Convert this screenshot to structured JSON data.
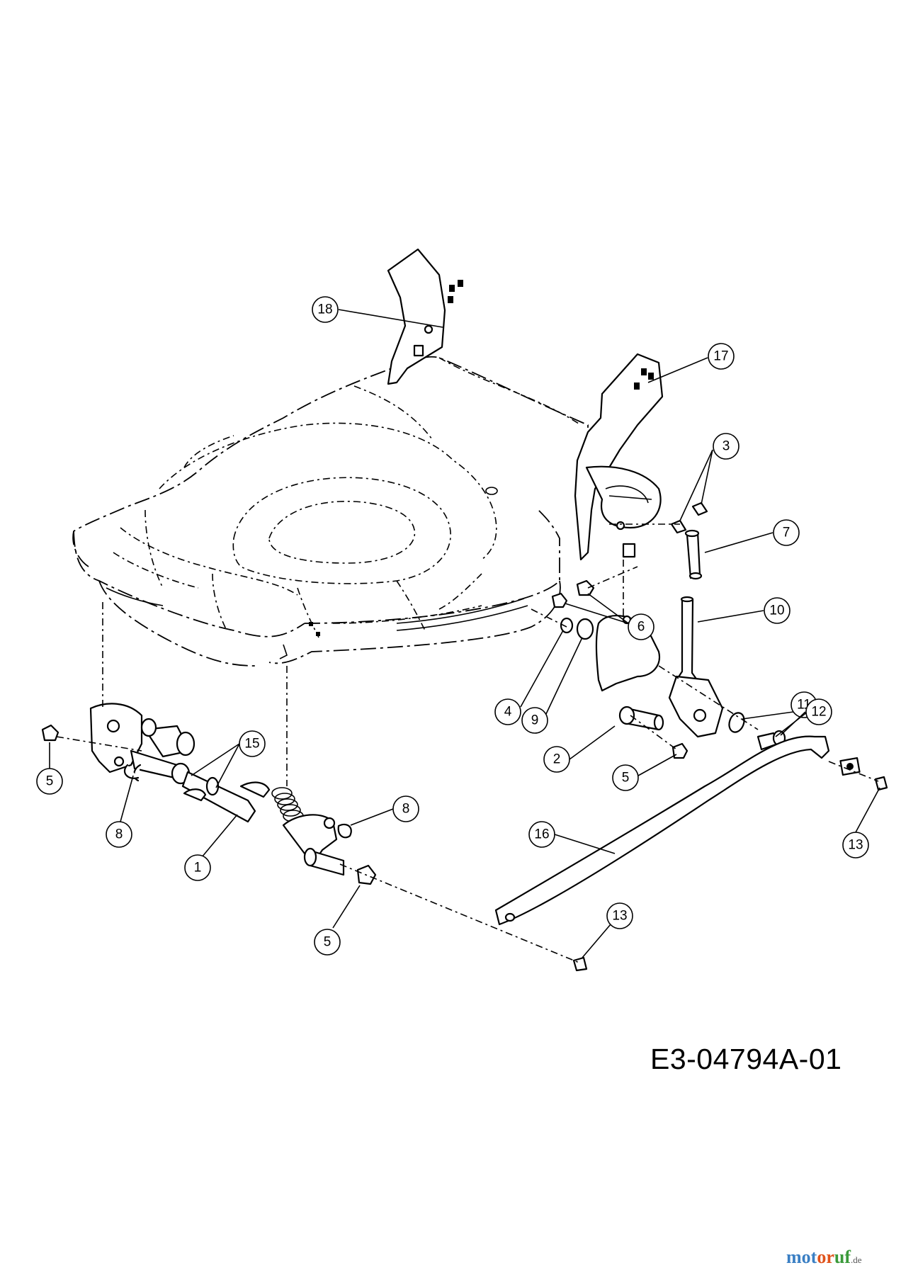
{
  "diagram": {
    "code": "E3-04794A-01",
    "watermark": {
      "part1": "mot",
      "part2": "or",
      "part3": "uf",
      "part4": ".de"
    }
  },
  "callouts": [
    "18",
    "17",
    "3",
    "7",
    "6",
    "10",
    "4",
    "11",
    "9",
    "12",
    "2",
    "5",
    "13",
    "16",
    "15",
    "5",
    "8",
    "8",
    "1",
    "5",
    "13"
  ]
}
